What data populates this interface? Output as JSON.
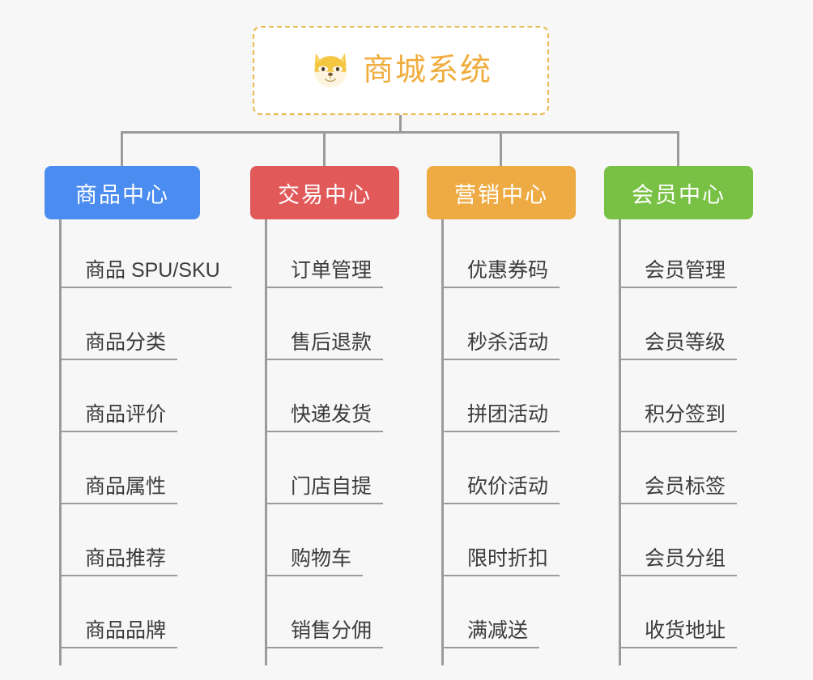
{
  "diagram": {
    "type": "organization-tree",
    "background_color": "#f7f7f7",
    "connector_color": "#9b9b9b"
  },
  "root": {
    "title": "商城系统",
    "icon": "shiba-dog-face-icon",
    "text_color": "#f0ad3e",
    "border_color": "#eab94e",
    "background_color": "#ffffff"
  },
  "branches": [
    {
      "label": "商品中心",
      "color": "#4a8cf0",
      "icon": "product-center-node",
      "items": [
        "商品 SPU/SKU",
        "商品分类",
        "商品评价",
        "商品属性",
        "商品推荐",
        "商品品牌"
      ]
    },
    {
      "label": "交易中心",
      "color": "#e2595a",
      "icon": "trade-center-node",
      "items": [
        "订单管理",
        "售后退款",
        "快递发货",
        "门店自提",
        "购物车",
        "销售分佣"
      ]
    },
    {
      "label": "营销中心",
      "color": "#eeab44",
      "icon": "marketing-center-node",
      "items": [
        "优惠券码",
        "秒杀活动",
        "拼团活动",
        "砍价活动",
        "限时折扣",
        "满减送"
      ]
    },
    {
      "label": "会员中心",
      "color": "#79c145",
      "icon": "member-center-node",
      "items": [
        "会员管理",
        "会员等级",
        "积分签到",
        "会员标签",
        "会员分组",
        "收货地址"
      ]
    }
  ]
}
